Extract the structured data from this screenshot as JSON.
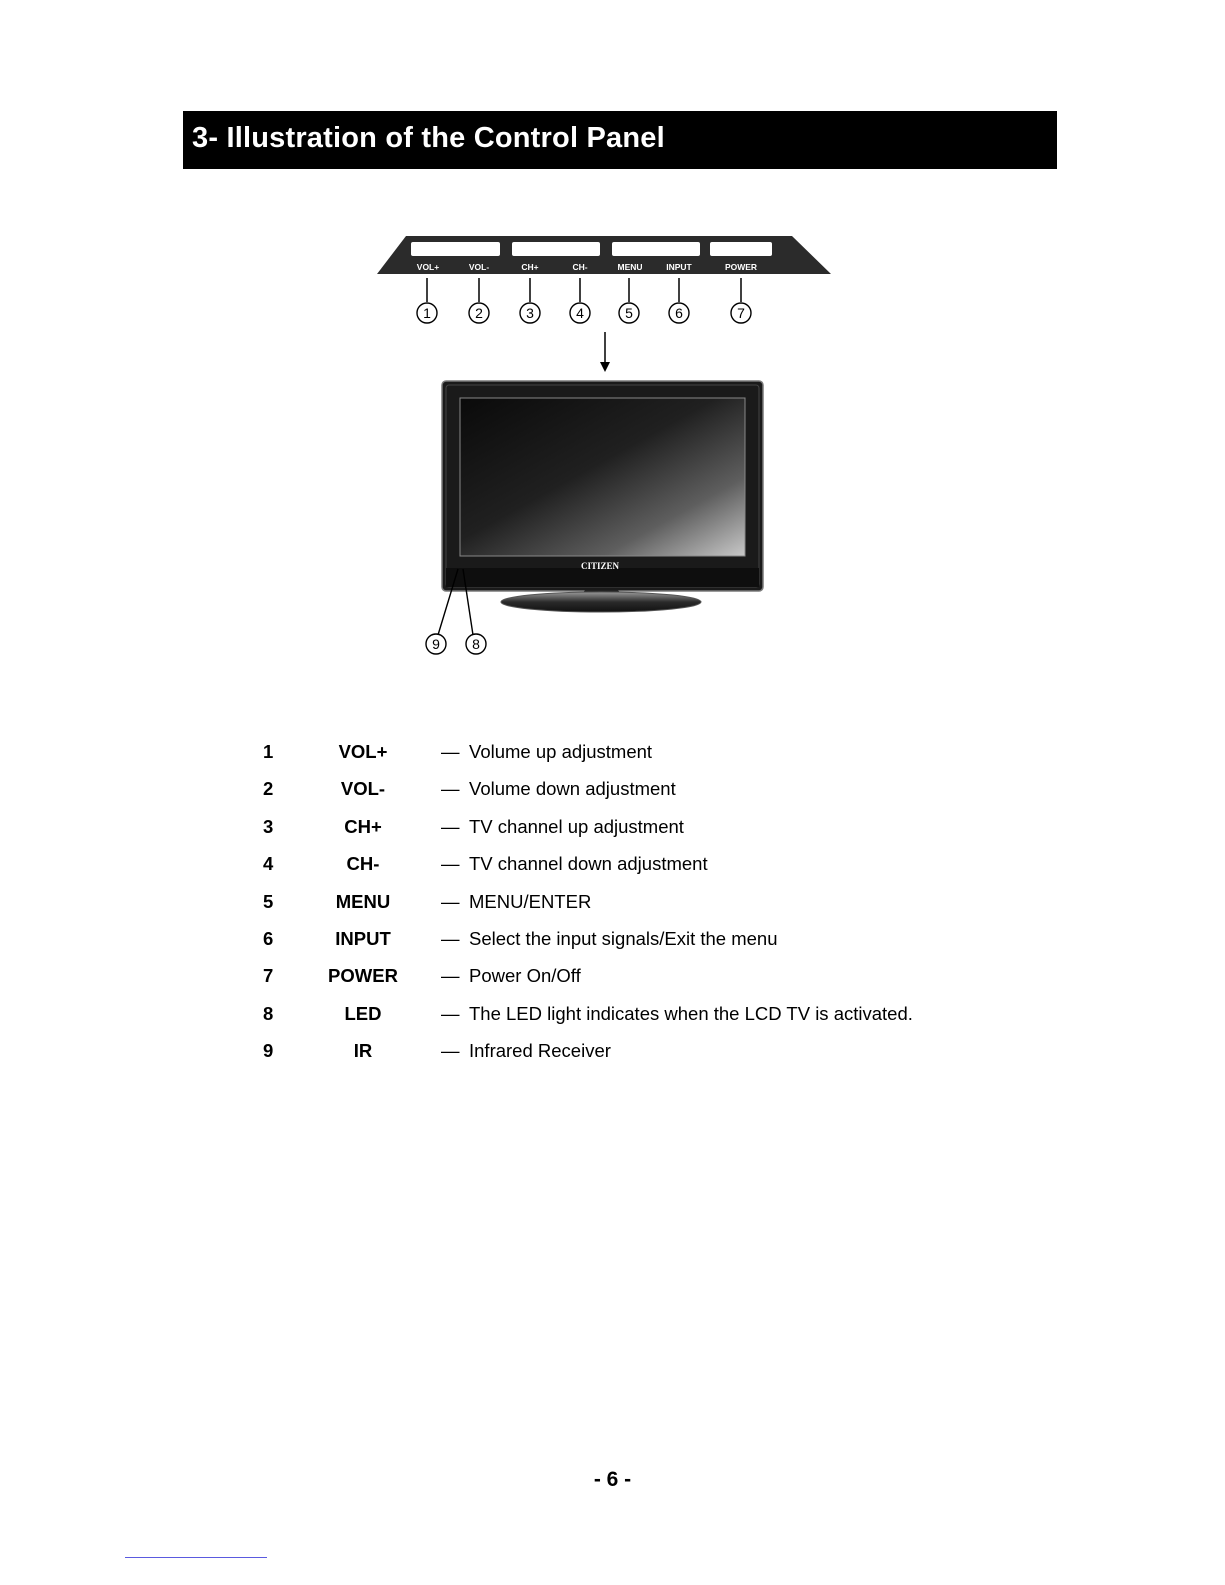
{
  "section": {
    "title": "3- Illustration of the Control Panel"
  },
  "figure": {
    "panel_labels": [
      "VOL+",
      "VOL-",
      "CH+",
      "CH-",
      "MENU",
      "INPUT",
      "POWER"
    ],
    "callouts_top": [
      "1",
      "2",
      "3",
      "4",
      "5",
      "6",
      "7"
    ],
    "callouts_bottom": [
      "9",
      "8"
    ],
    "brand": "CITIZEN"
  },
  "legend": {
    "items": [
      {
        "num": "1",
        "key": "VOL+",
        "dash": "—",
        "desc": "Volume up adjustment"
      },
      {
        "num": "2",
        "key": "VOL-",
        "dash": "—",
        "desc": "Volume down adjustment"
      },
      {
        "num": "3",
        "key": "CH+",
        "dash": "—",
        "desc": "TV channel up adjustment"
      },
      {
        "num": "4",
        "key": "CH-",
        "dash": "—",
        "desc": "TV channel down adjustment"
      },
      {
        "num": "5",
        "key": "MENU",
        "dash": "—",
        "desc": "MENU/ENTER"
      },
      {
        "num": "6",
        "key": "INPUT",
        "dash": "—",
        "desc": "Select the input signals/Exit the menu"
      },
      {
        "num": "7",
        "key": "POWER",
        "dash": "—",
        "desc": "Power On/Off"
      },
      {
        "num": "8",
        "key": "LED",
        "dash": "—",
        "desc": "The LED light indicates when the LCD TV is activated."
      },
      {
        "num": "9",
        "key": "IR",
        "dash": "—",
        "desc": "Infrared Receiver"
      }
    ]
  },
  "page": {
    "number": "- 6 -"
  }
}
